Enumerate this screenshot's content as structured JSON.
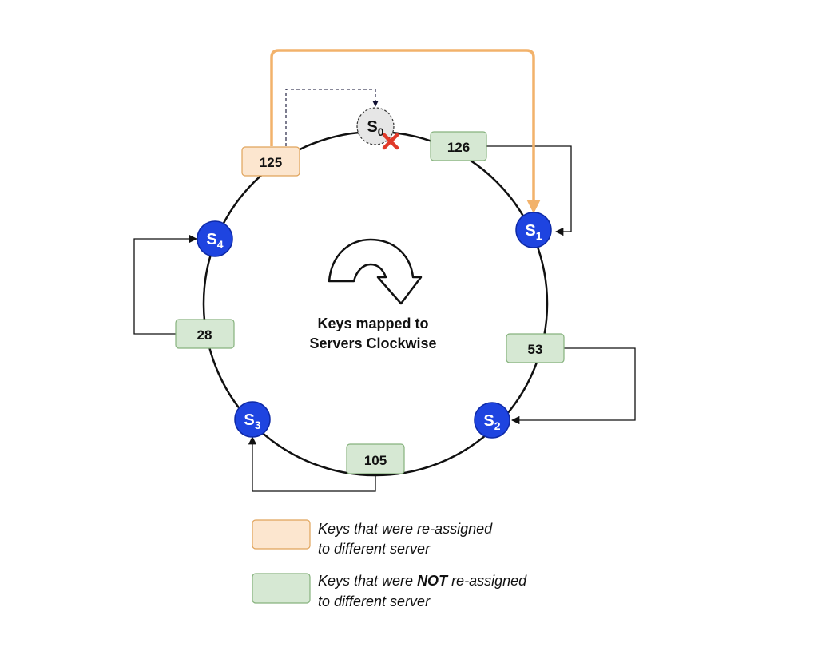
{
  "center_label": {
    "line1": "Keys mapped to",
    "line2": "Servers Clockwise"
  },
  "servers": {
    "s0": {
      "letter": "S",
      "sub": "0",
      "status": "removed"
    },
    "s1": {
      "letter": "S",
      "sub": "1"
    },
    "s2": {
      "letter": "S",
      "sub": "2"
    },
    "s3": {
      "letter": "S",
      "sub": "3"
    },
    "s4": {
      "letter": "S",
      "sub": "4"
    }
  },
  "keys": {
    "k125": {
      "label": "125",
      "reassigned": true,
      "maps_to": "S1",
      "previously": "S0"
    },
    "k126": {
      "label": "126",
      "reassigned": false,
      "maps_to": "S1"
    },
    "k53": {
      "label": "53",
      "reassigned": false,
      "maps_to": "S2"
    },
    "k105": {
      "label": "105",
      "reassigned": false,
      "maps_to": "S3"
    },
    "k28": {
      "label": "28",
      "reassigned": false,
      "maps_to": "S4"
    }
  },
  "legend": {
    "reassigned": {
      "line1": "Keys that were re-assigned",
      "line2": "to different server"
    },
    "not_reassigned": {
      "line1_before": "Keys that were ",
      "line1_bold": "NOT",
      "line1_after": " re-assigned",
      "line2": "to different server"
    }
  },
  "colors": {
    "server_fill": "#1e44e0",
    "server_stroke": "#0e2aa8",
    "removed_server_fill": "#e6e6e6",
    "reassigned_fill": "#fce6cf",
    "reassigned_stroke": "#e0a35a",
    "kept_fill": "#d6e8d3",
    "kept_stroke": "#86b27d",
    "reassign_arrow": "#f2b26b",
    "remove_mark": "#e03a2a"
  },
  "icons": {
    "remove_mark": "cross-icon",
    "rotation": "clockwise-arrow-icon"
  }
}
